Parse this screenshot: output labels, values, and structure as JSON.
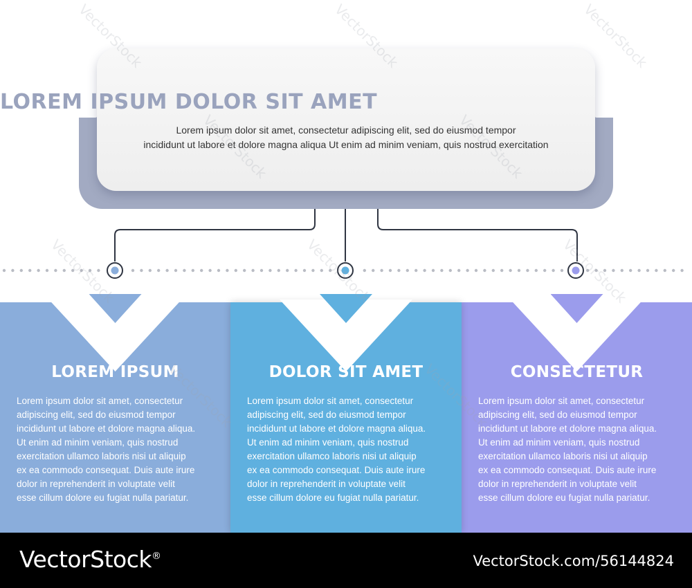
{
  "header": {
    "title": "LOREM IPSUM DOLOR SIT AMET",
    "text_line1": "Lorem ipsum dolor sit amet, consectetur adipiscing elit, sed do eiusmod tempor",
    "text_line2": "incididunt ut labore et dolore magna aliqua Ut enim ad minim veniam, quis nostrud exercitation"
  },
  "columns": [
    {
      "title": "LOREM IPSUM",
      "lines": [
        "Lorem ipsum dolor sit amet, consectetur",
        "adipiscing elit, sed do eiusmod tempor",
        "incididunt ut labore et dolore magna aliqua.",
        "Ut enim ad minim veniam, quis nostrud",
        "exercitation ullamco laboris nisi ut aliquip",
        "ex ea commodo consequat.  Duis aute irure",
        "dolor in reprehenderit in voluptate velit",
        "esse cillum dolore eu fugiat nulla pariatur."
      ]
    },
    {
      "title": "DOLOR SIT AMET",
      "lines": [
        "Lorem ipsum dolor sit amet, consectetur",
        "adipiscing elit, sed do eiusmod tempor",
        "incididunt ut labore et dolore magna aliqua.",
        "Ut enim ad minim veniam, quis nostrud",
        "exercitation ullamco laboris nisi ut aliquip",
        "ex ea commodo consequat.  Duis aute irure",
        "dolor in reprehenderit in voluptate velit",
        "esse cillum dolore eu fugiat nulla pariatur."
      ]
    },
    {
      "title": "CONSECTETUR",
      "lines": [
        "Lorem ipsum dolor sit amet, consectetur",
        "adipiscing elit, sed do eiusmod tempor",
        "incididunt ut labore et dolore magna aliqua.",
        "Ut enim ad minim veniam, quis nostrud",
        "exercitation ullamco laboris nisi ut aliquip",
        "ex ea commodo consequat.  Duis aute irure",
        "dolor in reprehenderit in voluptate velit",
        "esse cillum dolore eu fugiat nulla pariatur."
      ]
    }
  ],
  "colors": {
    "column_1": "#8aaddb",
    "column_2": "#5fb0df",
    "column_3": "#9b9cec",
    "header_title": "#9aa3bd",
    "card_back": "#a2aac2"
  },
  "watermark": {
    "brand": "VectorStock",
    "brand_mark": "®",
    "image_ref": "VectorStock.com/56144824",
    "overlay_text": "VectorStock"
  }
}
